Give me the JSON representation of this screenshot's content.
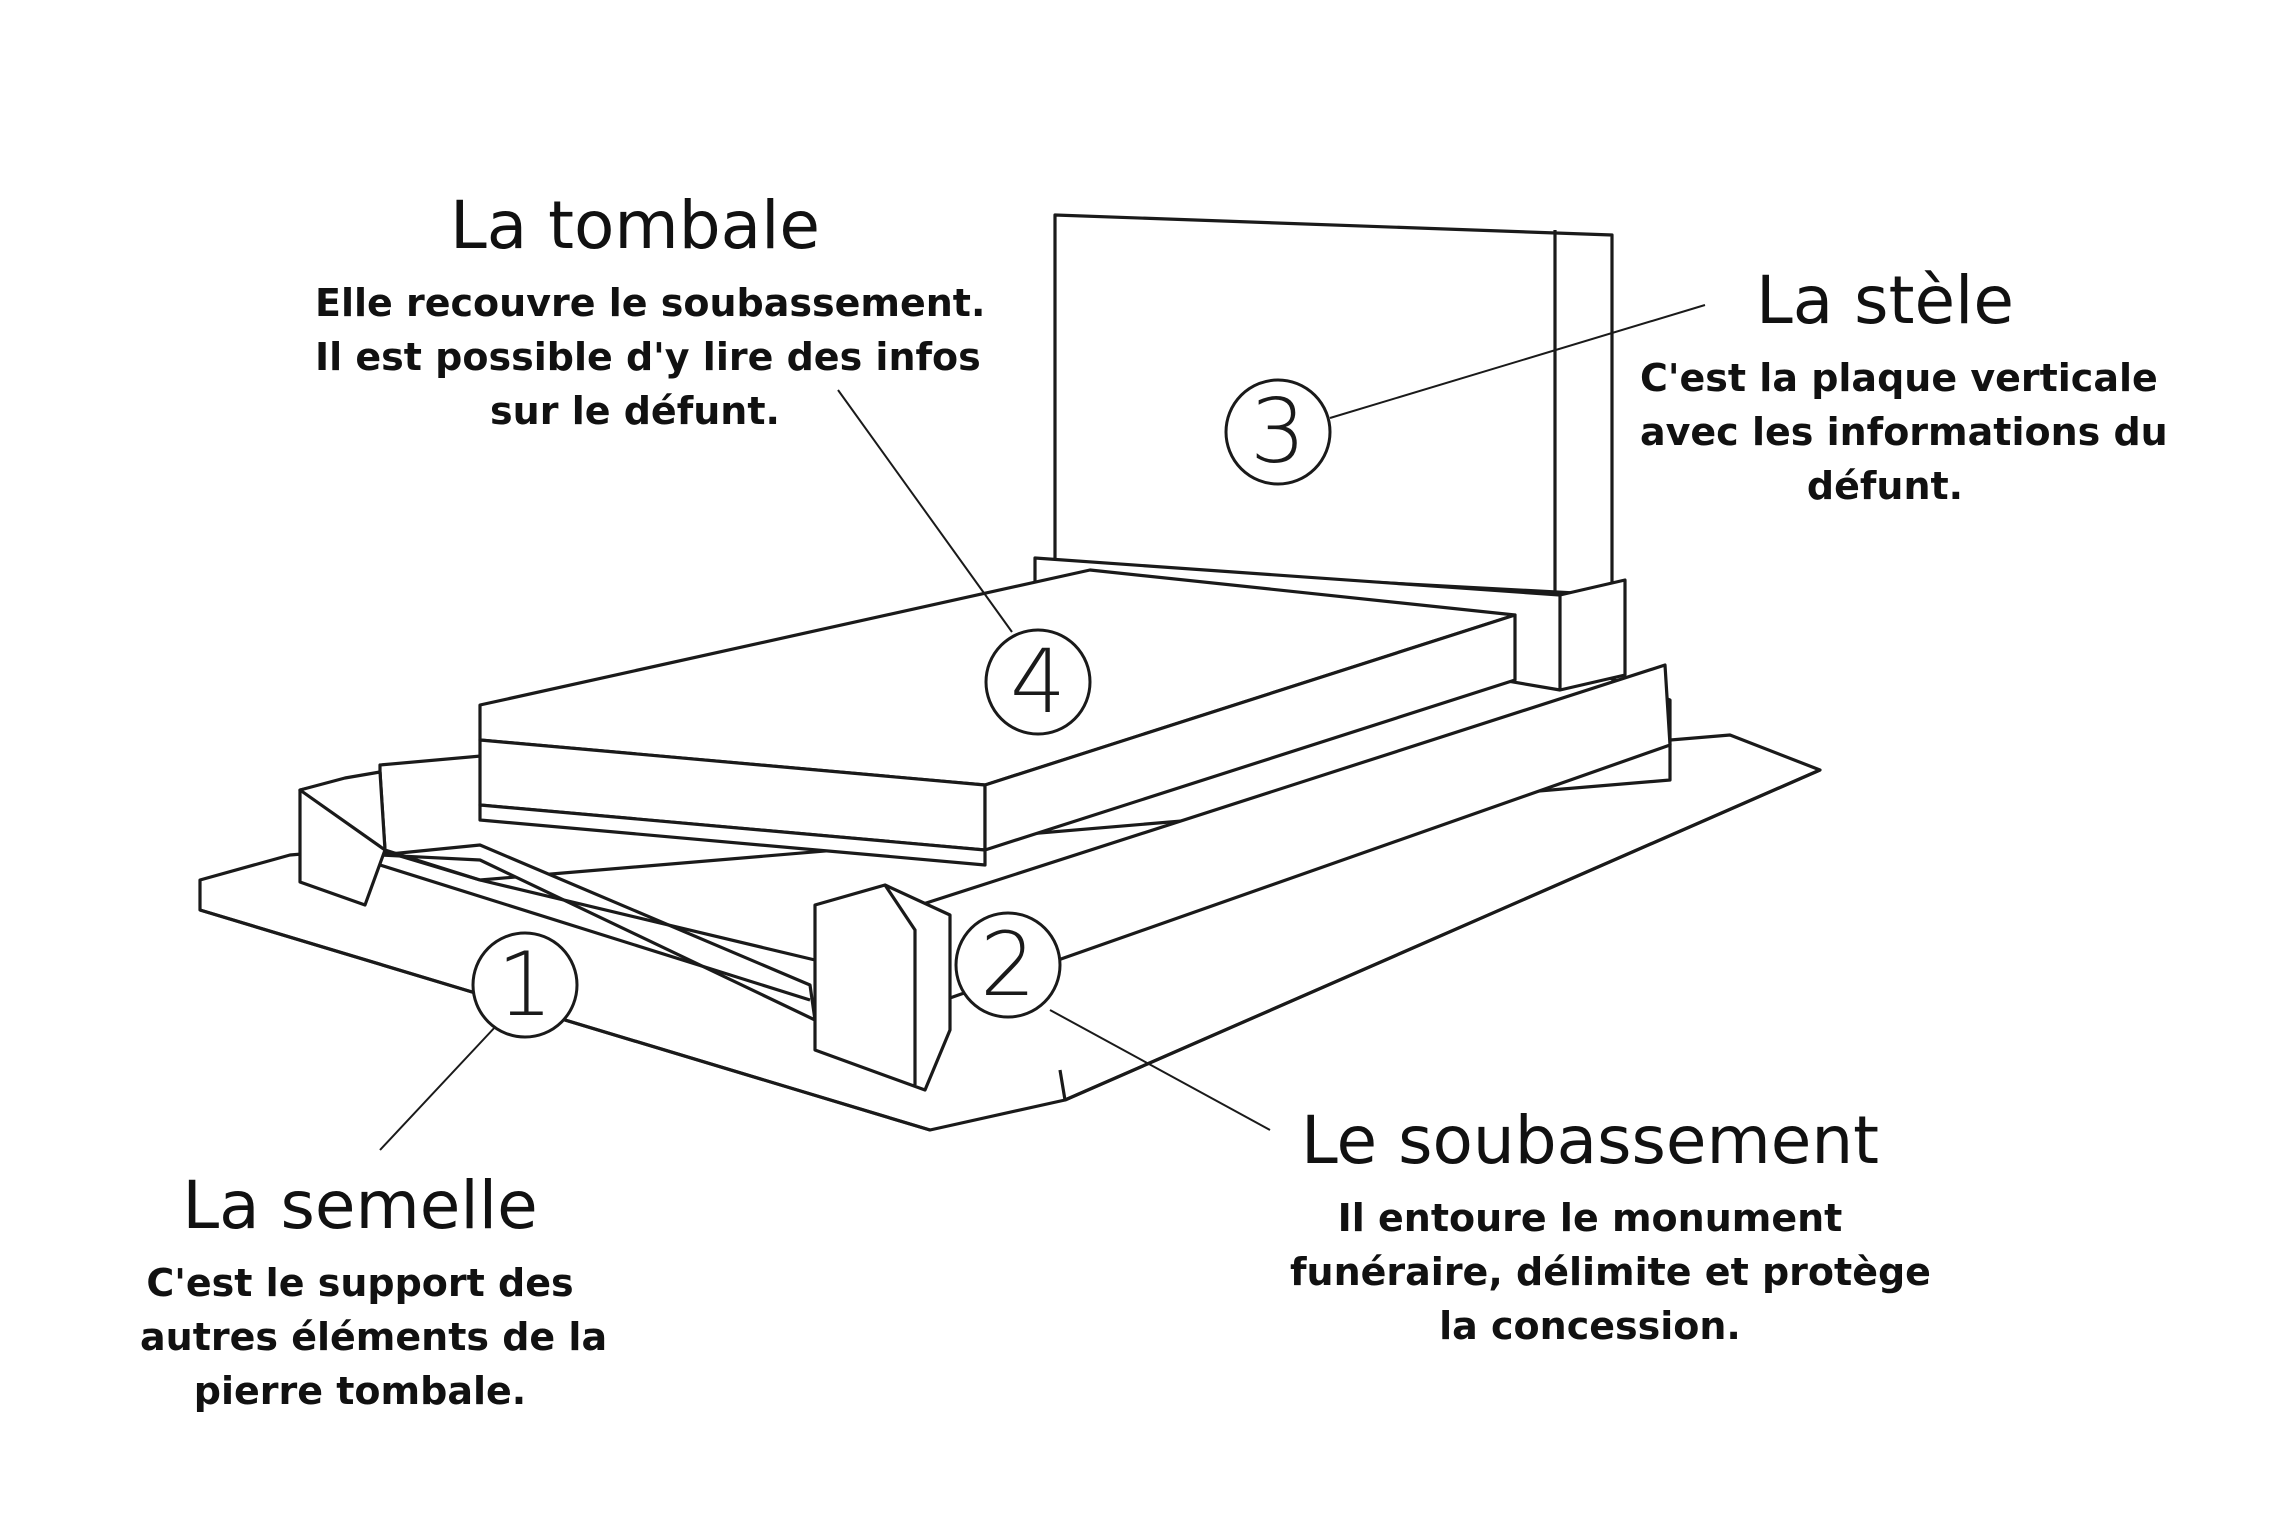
{
  "markers": {
    "m1": "1",
    "m2": "2",
    "m3": "3",
    "m4": "4"
  },
  "callouts": {
    "tombale": {
      "title": "La tombale",
      "lines": [
        "Elle recouvre le soubassement.",
        "Il est possible d'y lire des infos",
        "sur le défunt."
      ]
    },
    "stele": {
      "title": "La stèle",
      "lines": [
        "C'est la plaque verticale",
        "avec les informations du",
        "défunt."
      ]
    },
    "semelle": {
      "title": "La semelle",
      "lines": [
        "C'est le support des",
        "autres éléments de la",
        "pierre tombale."
      ]
    },
    "soubassement": {
      "title": "Le soubassement",
      "lines": [
        "Il entoure le monument",
        "funéraire, délimite et protège",
        "la concession."
      ]
    }
  }
}
